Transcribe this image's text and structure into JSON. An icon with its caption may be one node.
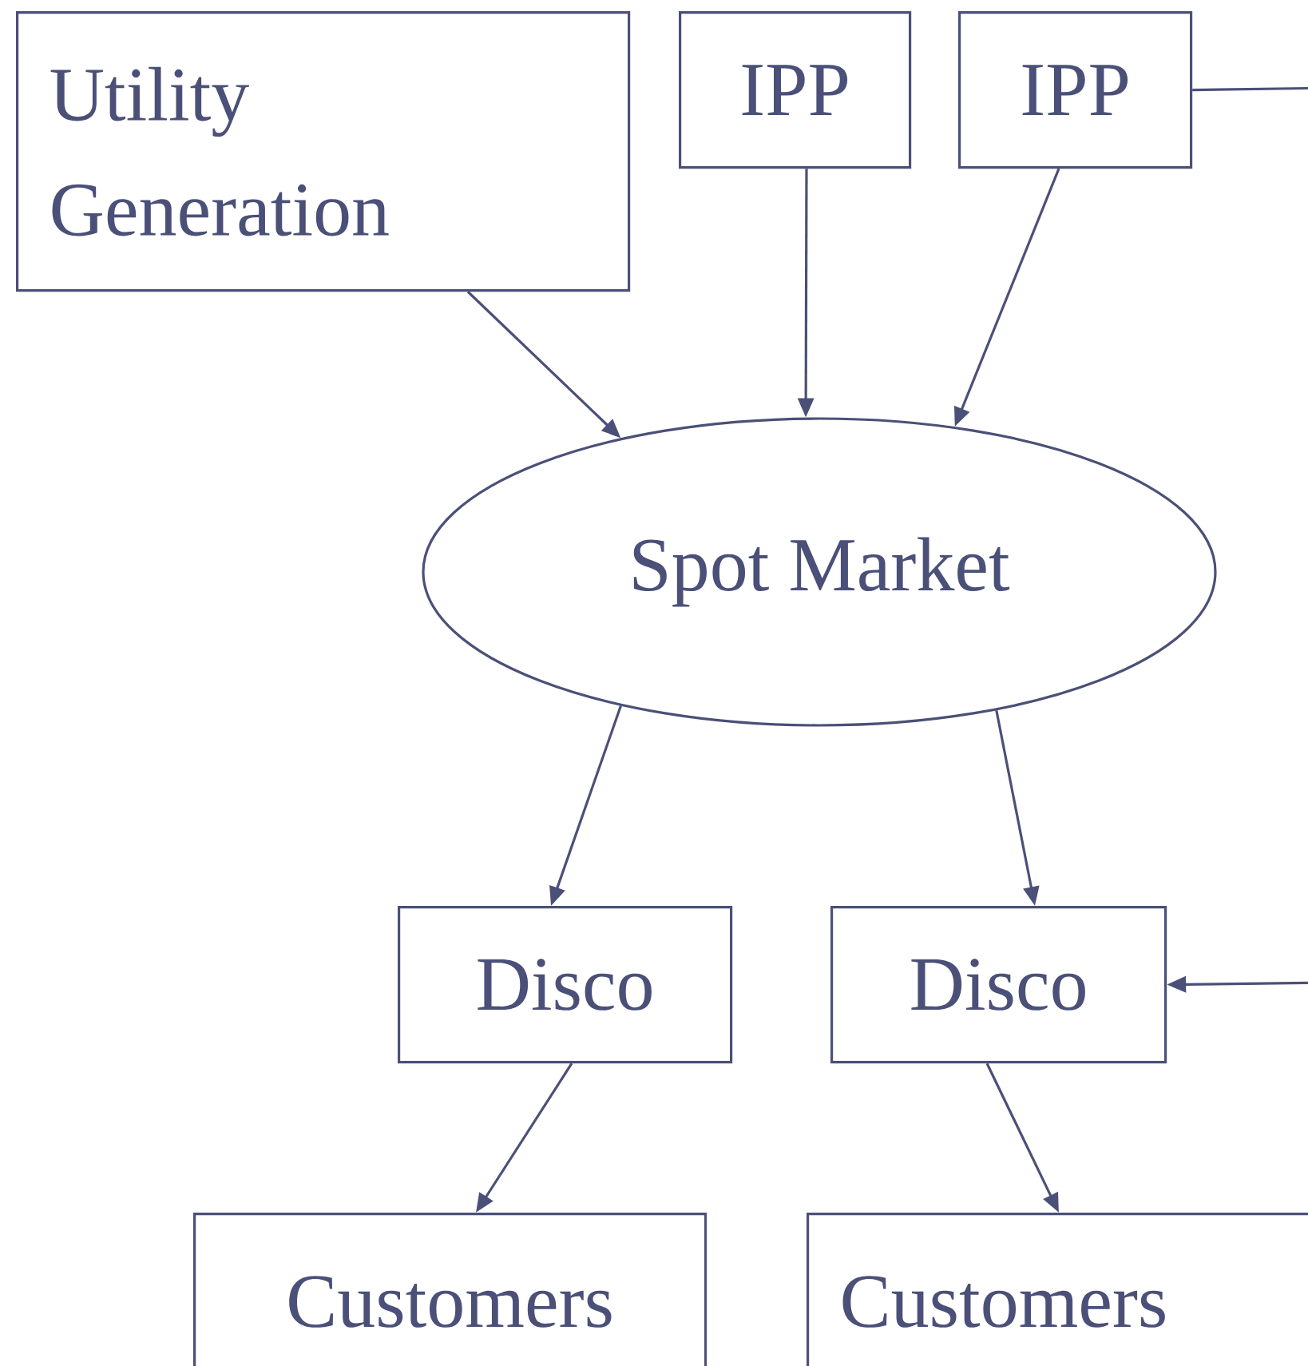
{
  "diagram": {
    "nodes": [
      {
        "text": [
          "Utility Generation"
        ]
      },
      {
        "text": [
          "IPP"
        ]
      },
      {
        "text": [
          "IPP"
        ]
      },
      {
        "text": [
          "Spot Market"
        ]
      },
      {
        "text": [
          "Disco"
        ]
      },
      {
        "text": [
          "Disco"
        ]
      },
      {
        "text": [
          "Customers"
        ]
      },
      {
        "text": [
          "Customers"
        ]
      }
    ],
    "edges": [
      {
        "from": 0,
        "to": 3,
        "arrow": "to"
      },
      {
        "from": 1,
        "to": 3,
        "arrow": "to"
      },
      {
        "from": 2,
        "to": 3,
        "arrow": "to"
      },
      {
        "from": 3,
        "to": 4,
        "arrow": "to"
      },
      {
        "from": 3,
        "to": 5,
        "arrow": "to"
      },
      {
        "from": 4,
        "to": 6,
        "arrow": "to"
      },
      {
        "from": 5,
        "to": 7,
        "arrow": "to"
      },
      {
        "from": 2,
        "to": null,
        "arrow": "none"
      },
      {
        "from": null,
        "to": 5,
        "arrow": "to"
      }
    ]
  }
}
